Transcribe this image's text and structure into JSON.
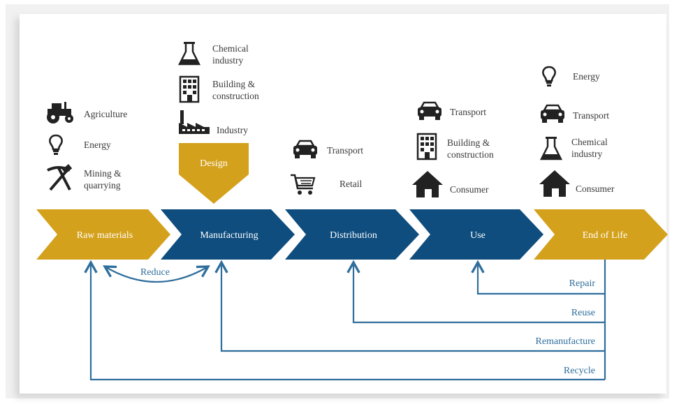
{
  "colors": {
    "gold": "#d4a11c",
    "blue": "#0e4d7e",
    "loop_line": "#2f6e9c",
    "icon": "#222222"
  },
  "stages": [
    {
      "label": "Raw materials",
      "color": "gold"
    },
    {
      "label": "Manufacturing",
      "color": "blue"
    },
    {
      "label": "Distribution",
      "color": "blue"
    },
    {
      "label": "Use",
      "color": "blue"
    },
    {
      "label": "End of Life",
      "color": "gold"
    }
  ],
  "design_label": "Design",
  "columns": {
    "raw_materials": [
      {
        "icon": "tractor-icon",
        "lines": [
          "Agriculture"
        ]
      },
      {
        "icon": "lightbulb-icon",
        "lines": [
          "Energy"
        ]
      },
      {
        "icon": "pickaxe-hammer-icon",
        "lines": [
          "Mining &",
          "quarrying"
        ]
      }
    ],
    "manufacturing": [
      {
        "icon": "flask-icon",
        "lines": [
          "Chemical",
          "industry"
        ]
      },
      {
        "icon": "building-icon",
        "lines": [
          "Building &",
          "construction"
        ]
      },
      {
        "icon": "factory-icon",
        "lines": [
          "Industry"
        ]
      }
    ],
    "distribution": [
      {
        "icon": "car-icon",
        "lines": [
          "Transport"
        ]
      },
      {
        "icon": "shopping-cart-icon",
        "lines": [
          "Retail"
        ]
      }
    ],
    "use": [
      {
        "icon": "car-icon",
        "lines": [
          "Transport"
        ]
      },
      {
        "icon": "building-icon",
        "lines": [
          "Building &",
          "construction"
        ]
      },
      {
        "icon": "house-icon",
        "lines": [
          "Consumer"
        ]
      }
    ],
    "end_of_life": [
      {
        "icon": "lightbulb-icon",
        "lines": [
          "Energy"
        ]
      },
      {
        "icon": "car-icon",
        "lines": [
          "Transport"
        ]
      },
      {
        "icon": "flask-icon",
        "lines": [
          "Chemical",
          "industry"
        ]
      },
      {
        "icon": "house-icon",
        "lines": [
          "Consumer"
        ]
      }
    ]
  },
  "loops": {
    "reduce": "Reduce",
    "repair": "Repair",
    "reuse": "Reuse",
    "remanufacture": "Remanufacture",
    "recycle": "Recycle"
  }
}
